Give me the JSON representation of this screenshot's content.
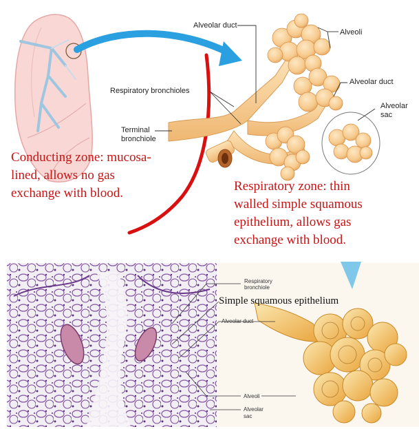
{
  "top_panel": {
    "labels": {
      "alveolar_duct_top": "Alveolar duct",
      "alveoli": "Alveoli",
      "respiratory_bronchioles": "Respiratory bronchioles",
      "alveolar_duct_right": "Alveolar duct",
      "alveolar_sac_line1": "Alveolar",
      "alveolar_sac_line2": "sac",
      "terminal_bronchiole_line1": "Terminal",
      "terminal_bronchiole_line2": "bronchiole"
    },
    "conducting_zone": [
      "Conducting zone: mucosa-",
      "lined, allows no gas",
      "exchange with blood."
    ],
    "respiratory_zone": [
      "Respiratory zone: thin",
      "walled simple squamous",
      "epithelium, allows gas",
      "exchange with blood."
    ]
  },
  "bottom_panel": {
    "labels": {
      "respiratory_bronchiole_line1": "Respiratory",
      "respiratory_bronchiole_line2": "bronchiole",
      "simple_squamous": "Simple squamous epithelium",
      "alveolar_duct": "Alveolar duct",
      "alveoli": "Alveoli",
      "alveolar_sac_line1": "Alveolar",
      "alveolar_sac_line2": "sac"
    }
  },
  "colors": {
    "red_text": "#c81414",
    "arrow_blue": "#2aa0e0",
    "alveoli_fill": "#f6c98c",
    "histology_purple": "#8a5aa8"
  }
}
